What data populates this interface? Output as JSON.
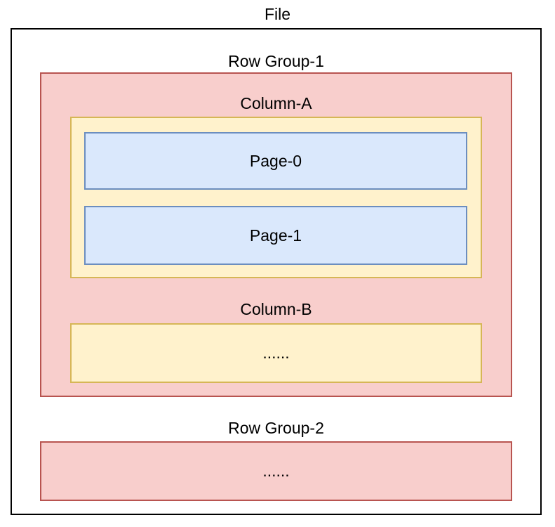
{
  "diagram": {
    "title": "File",
    "row_group_1": {
      "label": "Row Group-1",
      "column_a": {
        "label": "Column-A",
        "pages": [
          {
            "label": "Page-0"
          },
          {
            "label": "Page-1"
          }
        ]
      },
      "column_b": {
        "label": "Column-B",
        "content": "......"
      }
    },
    "row_group_2": {
      "label": "Row Group-2",
      "content": "......"
    },
    "colors": {
      "background": "#ffffff",
      "text": "#000000",
      "file_stroke": "#000000",
      "row_group_fill": "#f8cecc",
      "row_group_stroke": "#b85450",
      "column_fill": "#fff2cc",
      "column_stroke": "#d6b656",
      "page_fill": "#dae8fc",
      "page_stroke": "#6c8ebf"
    }
  }
}
